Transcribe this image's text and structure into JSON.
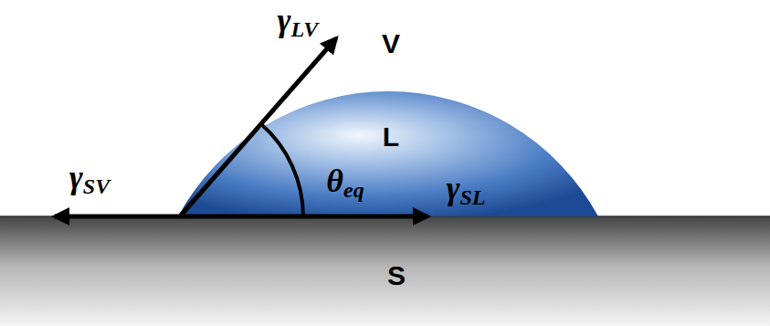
{
  "diagram": {
    "labels": [
      "γLV",
      "V",
      "L",
      "θeq",
      "γSV",
      "γSL",
      "S"
    ]
  }
}
